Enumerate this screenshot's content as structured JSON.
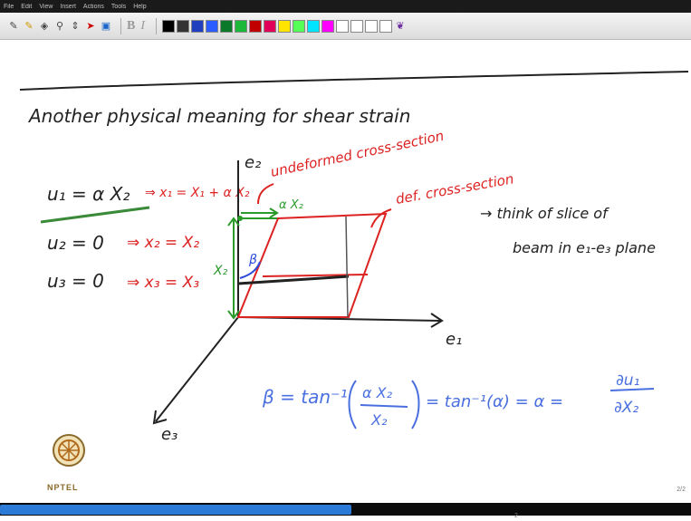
{
  "menu": [
    "File",
    "Edit",
    "View",
    "Insert",
    "Actions",
    "Tools",
    "Help"
  ],
  "toolbar": {
    "bold": "B",
    "italic": "I",
    "colors": [
      "#000000",
      "#333333",
      "#1f3fbf",
      "#2a5cff",
      "#0a7a2a",
      "#1db83a",
      "#c00000",
      "#e0005a",
      "#ffe400",
      "#55ff55",
      "#00e5ff",
      "#ff00ff",
      "#ffffff",
      "#ffffff",
      "#ffffff",
      "#ffffff"
    ]
  },
  "board": {
    "title": "Another physical meaning for shear strain",
    "eq1_lhs": "u₁ = α X₂",
    "eq1_rhs": "⇒ x₁ = X₁ + α X₂",
    "eq2_lhs": "u₂ = 0",
    "eq2_rhs": "⇒ x₂ = X₂",
    "eq3_lhs": "u₃ = 0",
    "eq3_rhs": "⇒ x₃ = X₃",
    "label_undeformed": "undeformed cross-section",
    "label_deformed": "def. cross-section",
    "label_e2": "e₂",
    "label_e1": "e₁",
    "label_e3": "e₃",
    "label_shift": "α X₂",
    "label_height": "X₂",
    "label_beta": "β",
    "note_line1": "→   think of slice of",
    "note_line2": "beam in e₁-e₃ plane",
    "beta_eq1": "β = tan⁻¹",
    "beta_frac_num": "α X₂",
    "beta_frac_den": "X₂",
    "beta_eq2": "= tan⁻¹(α) = α =",
    "beta_d_num": "∂u₁",
    "beta_d_den": "∂X₂"
  },
  "logo_text": "NPTEL",
  "page_count": "2/2",
  "page_number": "2"
}
